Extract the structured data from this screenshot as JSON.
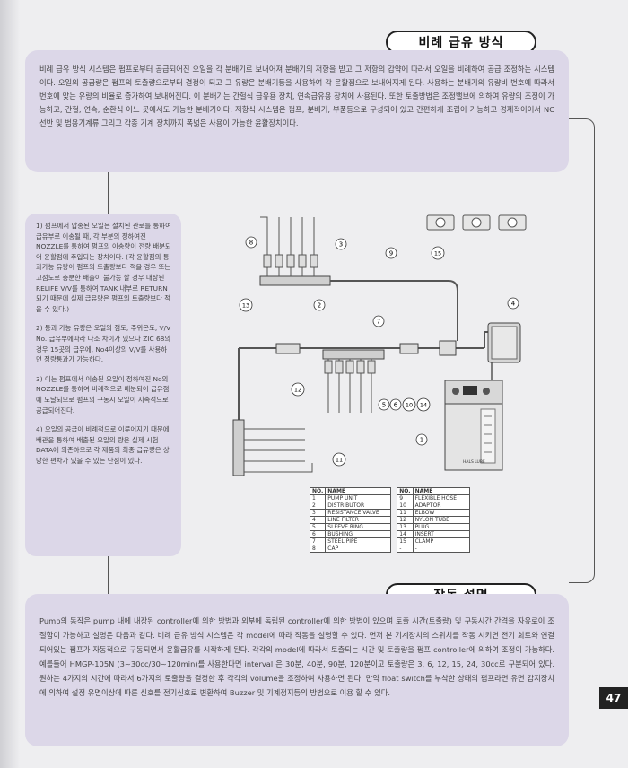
{
  "section1": {
    "title": "비례 급유 방식",
    "body": "비례 급유 방식 시스템은 펌프로부터 공급되어진 오일을 각 분배기로 보내어져 분배기의 저항을 받고 그 저항의 감약에 따라서 오일을 비례하여 공급 조정하는 시스템이다. 오일의 공급량은 펌프의 토출량으로부터 결정이 되고 그 유량은 분배기등을 사용하여 각 윤활점으로 보내어지게 된다. 사용하는 분배기의 유량비 번호에 따라서 번호에 맞는 유량의 비율로 증가하여 보내어진다. 이 분배기는 간헐식 급유용 장치, 연속급유용 장치에 사용된다. 또한 토출방법은 조정밸브에 의하여 유량의 조정이 가능하고, 간헐, 연속, 순환식 어느 곳에서도 가능한 분배기이다. 저항식 시스템은 펌프, 분배기, 부품등으로 구성되어 있고 간편하게 조립이 가능하고 경제적이어서 NC 선반 및 범용기계류 그리고 각종 기계 장치까지 폭넓은 사용이 가능한 윤활장치이다."
  },
  "notes": [
    "1) 펌프에서 압송된 오일은 설치된 관로를 통하여 급유부로 이송될 때, 각 부분의 정하여진 NOZZLE를 통하여 펌프의 이송량이 전량 배분되어 윤활점에 주입되는 장치이다. (각 윤활점의 통과가능 유량이 펌프의 토출량보다 적을 경우 또는 고점도로 충분한 배출이 불가능 할 경우 내장된 RELIFE V/V를 통하여 TANK 내부로 RETURN 되기 때문에 실제 급유량은 펌프의 토출량보다 적을 수 있다.)",
    "2) 통과 가능 유량은 오일의 점도, 주위온도, V/V No. 급유부에따라 다소 차이가 있으나 ZIC 68의 경우 15곳의 급유에, No4이상의 V/V를 사용하면 정량통과가 가능하다.",
    "3) 이는 펌프에서 이송된 오일이 정하여진 No의 NOZZLE를 통하여 비례적으로 배분되어 급유점에 도달되므로 펌프의 구동시 오일이 지속적으로 공급되어진다.",
    "4) 오일의 공급이 비례적으로 이루어지기 때문에 배관을 통하여 배출된 오일의 량은 실제 시험 DATA에 의존하므로 각 제품의 최종 급유량은 상당한 편차가 있을 수 있는 단점이 있다."
  ],
  "diagram": {
    "callouts": [
      "1",
      "2",
      "3",
      "4",
      "5",
      "6",
      "7",
      "8",
      "9",
      "10",
      "11",
      "12",
      "13",
      "14",
      "15"
    ],
    "pump_label": "HALS LUBE"
  },
  "parts_table": {
    "headers": [
      "NO.",
      "NAME",
      "NO.",
      "NAME"
    ],
    "rows": [
      [
        "1",
        "PUMP UNIT",
        "9",
        "FLEXIBLE HOSE"
      ],
      [
        "2",
        "DISTRIBUTOR",
        "10",
        "ADAPTOR"
      ],
      [
        "3",
        "RESISTANCE VALVE",
        "11",
        "ELBOW"
      ],
      [
        "4",
        "LINE FILTER",
        "12",
        "NYLON TUBE"
      ],
      [
        "5",
        "SLEEVE RING",
        "13",
        "PLUG"
      ],
      [
        "6",
        "BUSHING",
        "14",
        "INSERT"
      ],
      [
        "7",
        "STEEL PIPE",
        "15",
        "CLAMP"
      ],
      [
        "8",
        "CAP",
        "-",
        "-"
      ]
    ]
  },
  "section2": {
    "title": "작동 설명",
    "body": "Pump의 동작은 pump 내에 내장된 controller에 의한 방법과 외부에 독립된 controller에 의한 방법이 있으며 토출 시간(토출량) 및 구동시간 간격을 자유로이 조절함이 가능하고 설명은 다음과 같다. 비례 급유 방식 시스템은 각 model에 따라 작동을 설명할 수 있다. 먼저 본 기계장치의 스위치를 작동 시키면 전기 회로와 연결되어있는 펌프가 자동적으로 구동되면서 윤활급유를 시작하게 된다. 각각의 model에 따라서 토출되는 시간 및 토출량을 펌프 controller에 의하여 조정이 가능하다. 예를들어 HMGP-105N (3~30cc/30~120min)를 사용한다면 interval 은 30분, 40분, 90분, 120분이고 토출량은 3, 6, 12, 15, 24, 30cc로 구분되어 있다. 원하는 4가지의 시간에 따라서 6가지의 토출량을 결정한 후 각각의 volume을 조정하여 사용하면 된다. 만약 float switch를 부착한 상태의 펌프라면 유면 감지장치에 의하여 설정 유면이상에 따른 신호를 전기신호로 변환하여 Buzzer 및 기계정지등의 방법으로 이용 할 수 있다."
  },
  "page_number": "47"
}
